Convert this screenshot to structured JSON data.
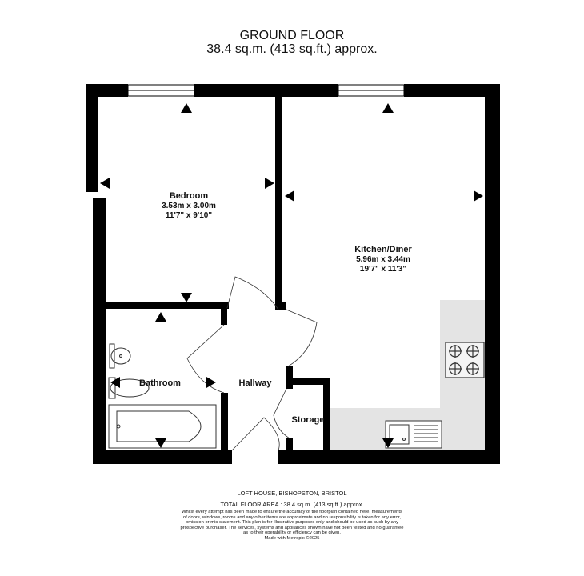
{
  "header": {
    "floor_name": "GROUND FLOOR",
    "floor_area": "38.4 sq.m. (413 sq.ft.) approx."
  },
  "rooms": {
    "bedroom": {
      "name": "Bedroom",
      "metric": "3.53m  x 3.00m",
      "imperial": "11'7\"  x 9'10\""
    },
    "kitchen": {
      "name": "Kitchen/Diner",
      "metric": "5.96m  x 3.44m",
      "imperial": "19'7\"  x 11'3\""
    },
    "bathroom": {
      "name": "Bathroom"
    },
    "hallway": {
      "name": "Hallway"
    },
    "storage": {
      "name": "Storage"
    }
  },
  "footer": {
    "address": "LOFT HOUSE, BISHOPSTON, BRISTOL",
    "total_area": "TOTAL FLOOR AREA : 38.4 sq.m. (413 sq.ft.) approx.",
    "disclaimer": "Whilst every attempt has been made to ensure the accuracy of the floorplan contained here, measurements of doors, windows, rooms and any other items are approximate and no responsibility is taken for any error, omission or mis-statement. This plan is for illustrative purposes only and should be used as such by any prospective purchaser. The services, systems and appliances shown have not been tested and no guarantee as to their operability or efficiency can be given.",
    "made_with": "Made with Metropix ©2025"
  },
  "colors": {
    "wall": "#000000",
    "kitchen_counter": "#e4e4e4",
    "fixture_stroke": "#333333"
  }
}
